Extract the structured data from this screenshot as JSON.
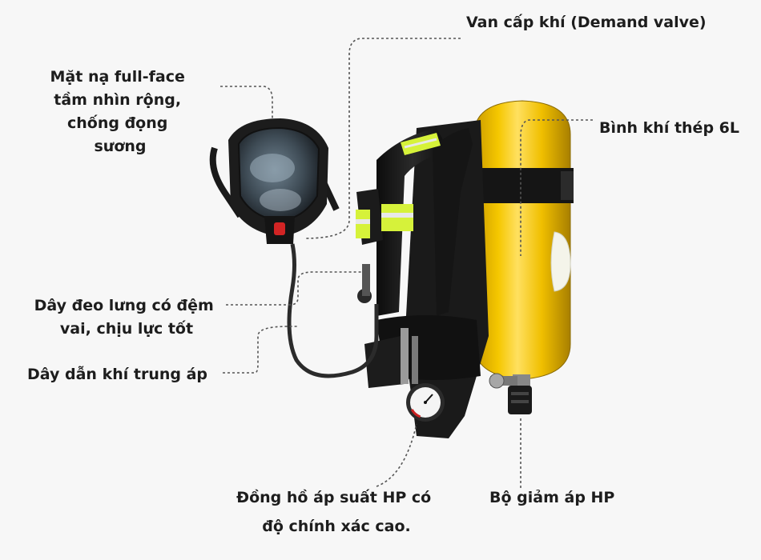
{
  "labels": {
    "demand_valve": [
      "Van cấp khí (Demand valve)"
    ],
    "mask": [
      "Mặt nạ full-face",
      "tầm nhìn rộng,",
      "chống đọng",
      "sương"
    ],
    "cylinder": [
      "Bình khí thép 6L"
    ],
    "harness": [
      "Dây đeo lưng có đệm",
      "vai, chịu lực tốt"
    ],
    "hose": [
      "Dây dẫn khí trung áp"
    ],
    "gauge": [
      "Đồng hồ áp suất HP có",
      "độ chính xác cao."
    ],
    "reducer": [
      "Bộ giảm áp HP"
    ]
  },
  "colors": {
    "background": "#f7f7f7",
    "cylinder_yellow": "#f2c200",
    "reflective_tape": "#d6f23a",
    "strap_black": "#1a1a1a",
    "leader_line": "#444444",
    "text": "#1d1d1d"
  }
}
